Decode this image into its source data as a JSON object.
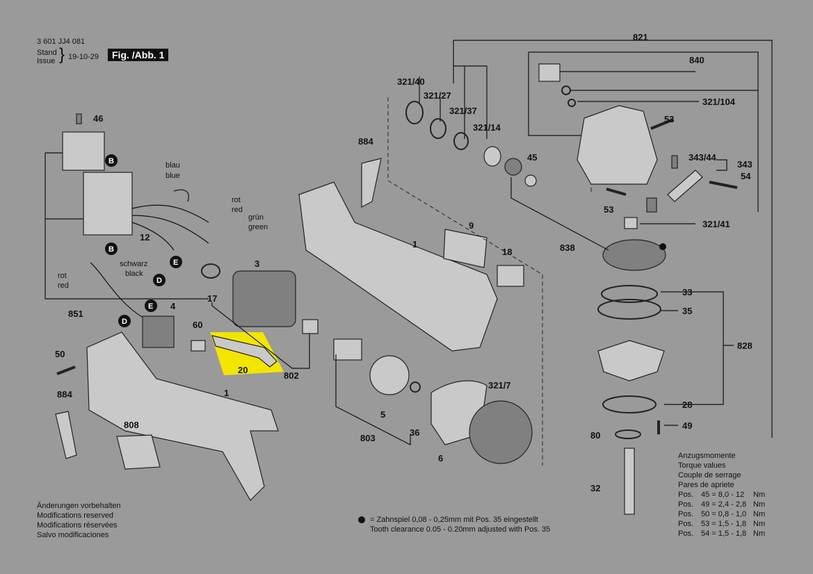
{
  "header": {
    "doc_number": "3 601 JJ4 081",
    "stand_label": "Stand",
    "issue_label": "Issue",
    "date": "19-10-29",
    "fig_label": "Fig. /Abb. 1"
  },
  "labels": {
    "blau": "blau",
    "blue": "blue",
    "rot1": "rot",
    "red1": "red",
    "gruen": "grün",
    "green": "green",
    "schwarz": "schwarz",
    "black": "black",
    "rot2": "rot",
    "red2": "red"
  },
  "callouts": {
    "c46": "46",
    "c12": "12",
    "c851": "851",
    "c4": "4",
    "c60": "60",
    "c17": "17",
    "c20": "20",
    "c802": "802",
    "c50": "50",
    "c884a": "884",
    "c808": "808",
    "c1a": "1",
    "c884b": "884",
    "c1b": "1",
    "c9": "9",
    "c18": "18",
    "c3": "3",
    "c5": "5",
    "c803": "803",
    "c36": "36",
    "c6": "6",
    "c321_7": "321/7",
    "c321_40": "321/40",
    "c321_27": "321/27",
    "c321_37": "321/37",
    "c321_14": "321/14",
    "c45": "45",
    "c838": "838",
    "c821": "821",
    "c840": "840",
    "c321_104": "321/104",
    "c53a": "53",
    "c343_44": "343/44",
    "c343": "343",
    "c54": "54",
    "c53b": "53",
    "c321_41": "321/41",
    "c33": "33",
    "c35": "35",
    "c828": "828",
    "c28": "28",
    "c49": "49",
    "c80": "80",
    "c32": "32"
  },
  "badges": {
    "b1": "B",
    "b2": "B",
    "e1": "E",
    "e2": "E",
    "d1": "D",
    "d2": "D"
  },
  "torque": {
    "title_de": "Anzugsmomente",
    "title_en": "Torque values",
    "title_fr": "Couple de serrage",
    "title_es": "Pares de apriete",
    "rows": [
      {
        "pos": "Pos.",
        "item": "45 = 8,0 - 12",
        "unit": "Nm"
      },
      {
        "pos": "Pos.",
        "item": "49 = 2,4 - 2,8",
        "unit": "Nm"
      },
      {
        "pos": "Pos.",
        "item": "50 = 0,8 - 1,0",
        "unit": "Nm"
      },
      {
        "pos": "Pos.",
        "item": "53 = 1,5 - 1,8",
        "unit": "Nm"
      },
      {
        "pos": "Pos.",
        "item": "54 = 1,5 - 1,8",
        "unit": "Nm"
      }
    ]
  },
  "footer": {
    "de": "Änderungen vorbehalten",
    "en": "Modifications reserved",
    "fr": "Modifications réservées",
    "es": "Salvo modificaciones"
  },
  "note": {
    "line1": "= Zahnspiel 0,08 - 0,25mm mit Pos. 35 eingestellt",
    "line2": "Tooth clearance 0.05 - 0.20mm adjusted with Pos. 35"
  },
  "colors": {
    "background": "#9a9a9a",
    "highlight": "#f2e600",
    "ink": "#111111"
  }
}
